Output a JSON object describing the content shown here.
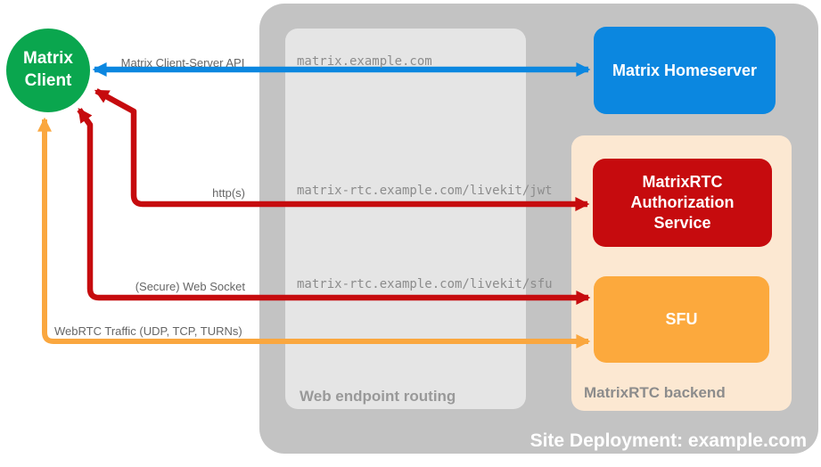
{
  "diagram": {
    "deployment_label": "Site Deployment: example.com",
    "client": {
      "label": "Matrix Client",
      "color": "#0aa64e"
    },
    "homeserver": {
      "label": "Matrix Homeserver",
      "color": "#0b87e0"
    },
    "routing": {
      "label": "Web endpoint routing"
    },
    "backend": {
      "label": "MatrixRTC backend"
    },
    "auth_service": {
      "label": "MatrixRTC Authorization Service",
      "color": "#c60b0e"
    },
    "sfu": {
      "label": "SFU",
      "color": "#fca93d"
    },
    "connections": [
      {
        "label": "Matrix Client-Server API",
        "endpoint": "matrix.example.com",
        "color": "#0b87e0",
        "from": "Matrix Client",
        "to": "Matrix Homeserver"
      },
      {
        "label": "http(s)",
        "endpoint": "matrix-rtc.example.com/livekit/jwt",
        "color": "#c60b0e",
        "from": "Matrix Client",
        "to": "MatrixRTC Authorization Service"
      },
      {
        "label": "(Secure) Web Socket",
        "endpoint": "matrix-rtc.example.com/livekit/sfu",
        "color": "#c60b0e",
        "from": "Matrix Client",
        "to": "SFU"
      },
      {
        "label": "WebRTC Traffic (UDP, TCP, TURNs)",
        "endpoint": "",
        "color": "#faa73f",
        "from": "Matrix Client",
        "to": "SFU"
      }
    ]
  }
}
